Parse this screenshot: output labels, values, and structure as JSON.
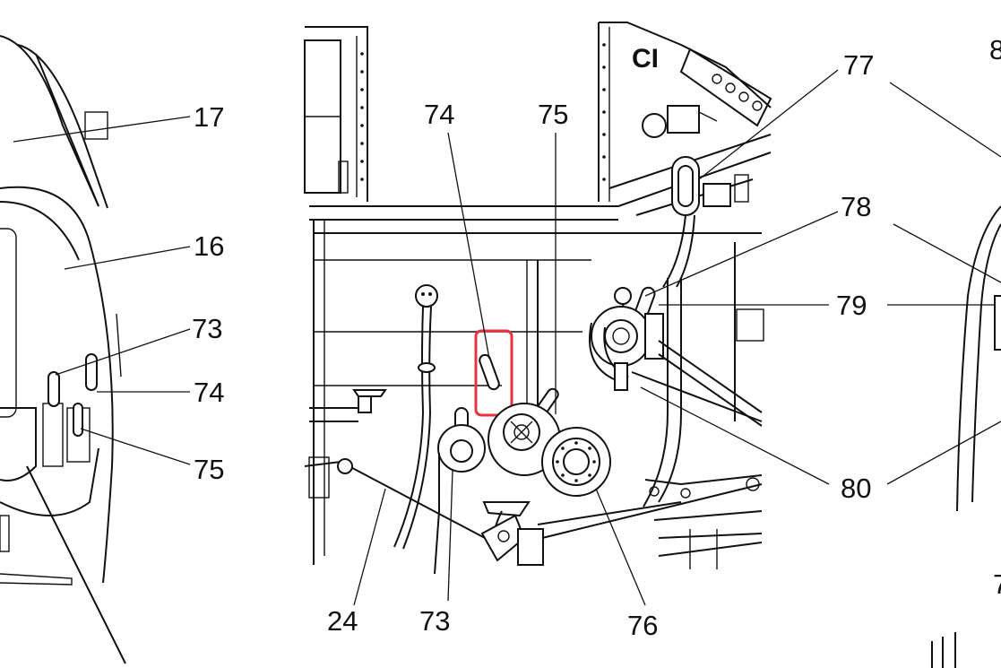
{
  "callouts": {
    "c17": "17",
    "c16": "16",
    "c73_left": "73",
    "c74_left": "74",
    "c75_left": "75",
    "c74_mid": "74",
    "c75_mid": "75",
    "c77": "77",
    "c78": "78",
    "c79": "79",
    "c80": "80",
    "c24": "24",
    "c73_bottom": "73",
    "c76": "76",
    "c8_partial": "8",
    "c7_partial": "7"
  },
  "panel_marking": "CI",
  "highlight": {
    "target_callout": "74",
    "color": "#e8323c"
  }
}
